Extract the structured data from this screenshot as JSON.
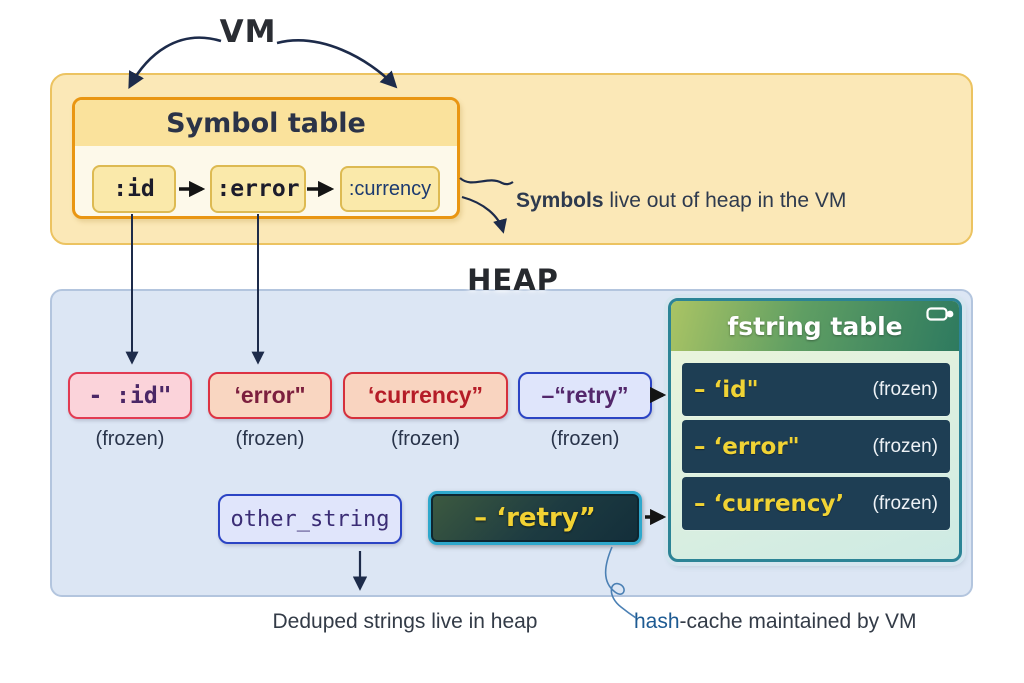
{
  "vm": {
    "label": "VM",
    "symbol_table": {
      "title": "Symbol table",
      "symbols": [
        ":id",
        ":error",
        ":currency"
      ]
    },
    "note": {
      "bold": "Symbols",
      "rest": " live out of heap in the VM"
    }
  },
  "heap": {
    "label": "HEAP",
    "strings": [
      {
        "text": "- :id\"",
        "frozen": "(frozen)"
      },
      {
        "text": "‘error\"",
        "frozen": "(frozen)"
      },
      {
        "text": "‘currency”",
        "frozen": "(frozen)"
      },
      {
        "text": "–“retry”",
        "frozen": "(frozen)"
      }
    ],
    "other_string": "other_string",
    "retry_cache": "– ‘retry”",
    "fstring_table": {
      "title": "fstring table",
      "icon": "battery-icon",
      "rows": [
        {
          "value": "– ‘id\"",
          "frozen": "(frozen)"
        },
        {
          "value": "– ‘error\"",
          "frozen": "(frozen)"
        },
        {
          "value": "– ‘currency’",
          "frozen": "(frozen)"
        }
      ]
    }
  },
  "captions": {
    "deduped": "Deduped strings live in heap",
    "hash_blue": "hash",
    "hash_rest": "-cache maintained by VM"
  },
  "colors": {
    "vm_box_fill": "#fbe8b7",
    "vm_box_border": "#ecc361",
    "symbol_border": "#e99612",
    "symbol_header_fill": "#fae29c",
    "symbol_item_fill": "#fae9aa",
    "heap_fill": "#dce6f4",
    "heap_border": "#b3c5de",
    "pink_fill": "#fbd3da",
    "red_border": "#e23b52",
    "salmon_fill": "#f9d6c1",
    "lavender_fill": "#dfe5fb",
    "blue_border": "#2b44c4",
    "fstring_border": "#2c8496",
    "fstring_row_fill": "#1e3e54",
    "fstring_value": "#f0d335",
    "retry_border": "#2fa8cc",
    "arrow_navy": "#1d2b4a"
  }
}
